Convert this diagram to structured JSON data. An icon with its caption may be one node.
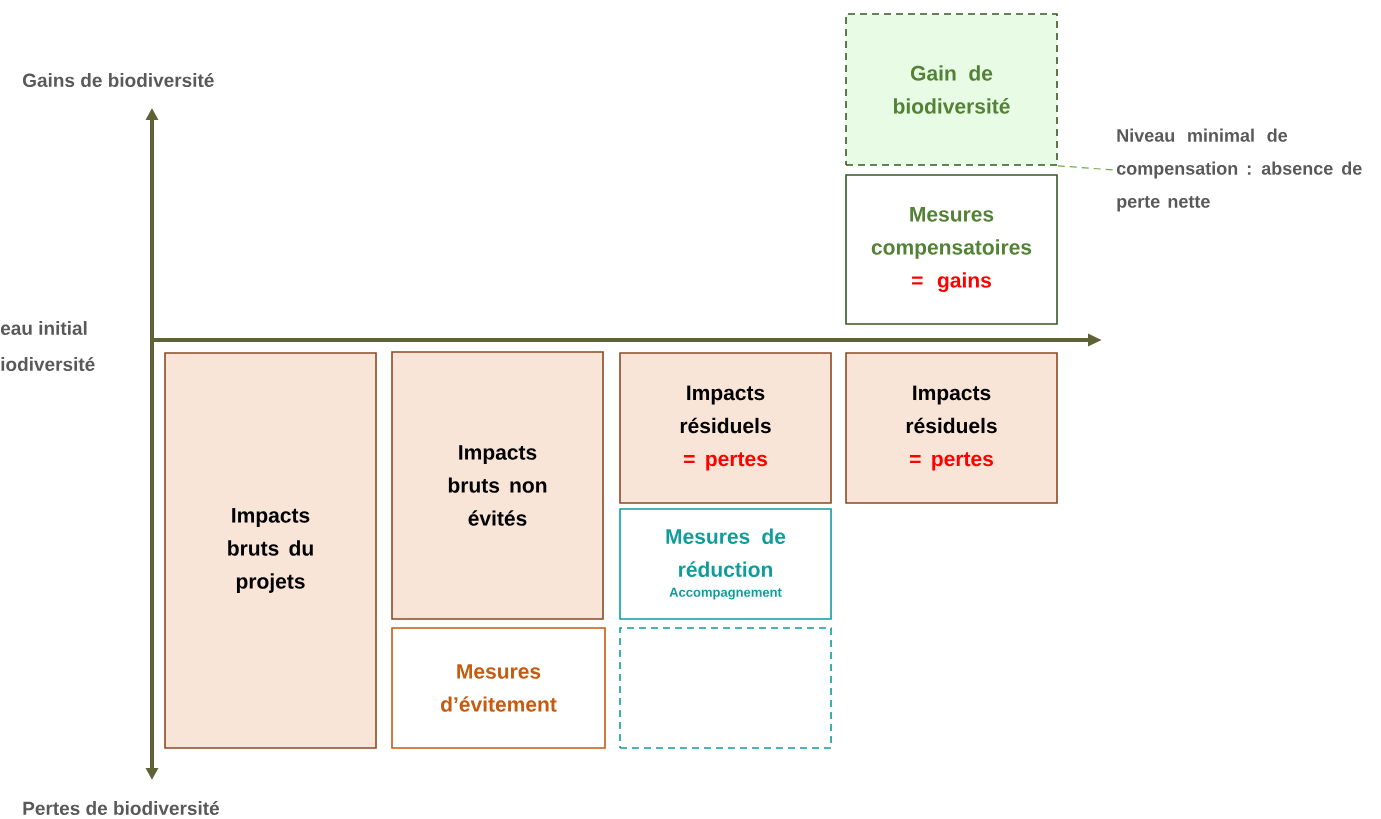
{
  "diagram": {
    "nodes": [
      {
        "text": [
          "Impacts bruts du projets"
        ]
      },
      {
        "text": [
          "Impacts bruts non évités"
        ]
      },
      {
        "text": [
          "Mesures d’évitement"
        ]
      },
      {
        "text": [
          "Impacts résiduels",
          "= pertes"
        ]
      },
      {
        "text": [
          "Mesures de réduction",
          "Accompagnement"
        ]
      },
      {
        "text": [],
        "shape": "box"
      },
      {
        "text": [
          "Impacts résiduels",
          "= pertes"
        ]
      },
      {
        "text": [
          "Gain de biodiversité"
        ]
      },
      {
        "text": [
          "Mesures compensatoires",
          "= gains"
        ]
      },
      {
        "text": [
          "Niveau minimal de compensation : absence de perte nette"
        ]
      }
    ],
    "edges": [
      {
        "from": 7,
        "to": 9,
        "arrow": "none",
        "style": "dashed",
        "color": "#70ad47"
      }
    ],
    "labels": [
      "Gains de biodiversité",
      "eau initial",
      "iodiversité",
      "Pertes de biodiversité"
    ]
  }
}
